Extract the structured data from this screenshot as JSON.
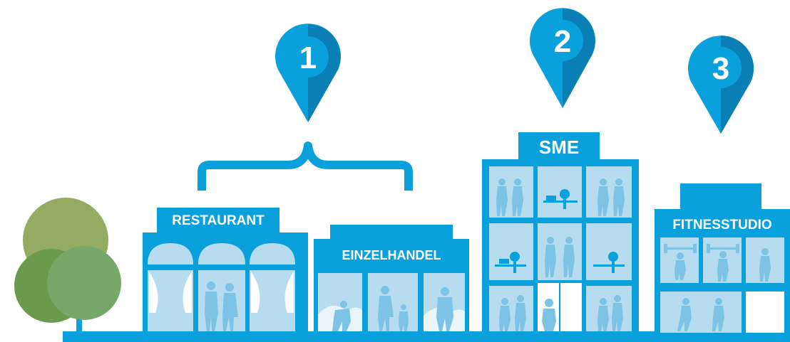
{
  "pins": [
    {
      "number": "1"
    },
    {
      "number": "2"
    },
    {
      "number": "3"
    }
  ],
  "buildings": {
    "restaurant": {
      "label": "RESTAURANT"
    },
    "retail": {
      "label": "EINZELHANDEL"
    },
    "sme": {
      "label": "SME"
    },
    "fitness": {
      "label": "FITNESSTUDIO"
    }
  },
  "colors": {
    "primary": "#0aa0dc",
    "dark": "#0a7fb6",
    "light": "#b7dcef",
    "silhouette": "#7cc3e6",
    "tree_light": "#93ac62",
    "tree_mid": "#6b9a4d",
    "tree_dark": "#77a86a"
  },
  "icons": [
    "map-pin-icon",
    "bracket-icon",
    "tree-icon",
    "people-silhouette-icon",
    "office-chair-icon",
    "curtain-icon",
    "weightlifter-icon"
  ]
}
